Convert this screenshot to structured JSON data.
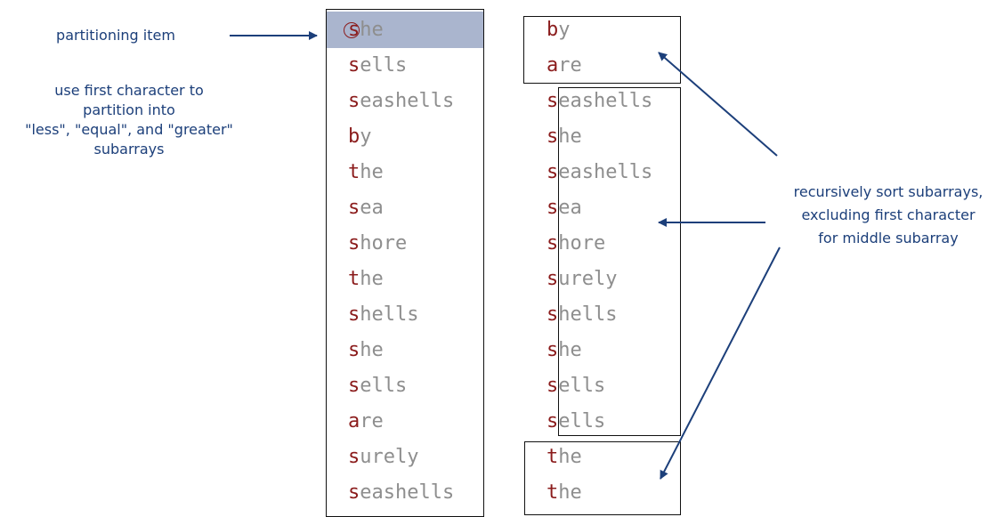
{
  "annotations": {
    "partitioning_item": "partitioning item",
    "use_first_lines": [
      "use first character to",
      "partition into",
      "\"less\", \"equal\", and \"greater\"",
      "subarrays"
    ],
    "recursive_lines": [
      "recursively sort subarrays,",
      "excluding first character",
      "for middle subarray"
    ]
  },
  "left_column": [
    "she",
    "sells",
    "seashells",
    "by",
    "the",
    "sea",
    "shore",
    "the",
    "shells",
    "she",
    "sells",
    "are",
    "surely",
    "seashells"
  ],
  "right_column": [
    "by",
    "are",
    "seashells",
    "she",
    "seashells",
    "sea",
    "shore",
    "surely",
    "shells",
    "she",
    "sells",
    "sells",
    "the",
    "the"
  ],
  "colors": {
    "annotation_text": "#1c3f7a",
    "arrow": "#1c3f7a",
    "first_char": "#8b1c1c",
    "rest_chars": "#8e8e8e",
    "highlight": "#aab5ce"
  }
}
